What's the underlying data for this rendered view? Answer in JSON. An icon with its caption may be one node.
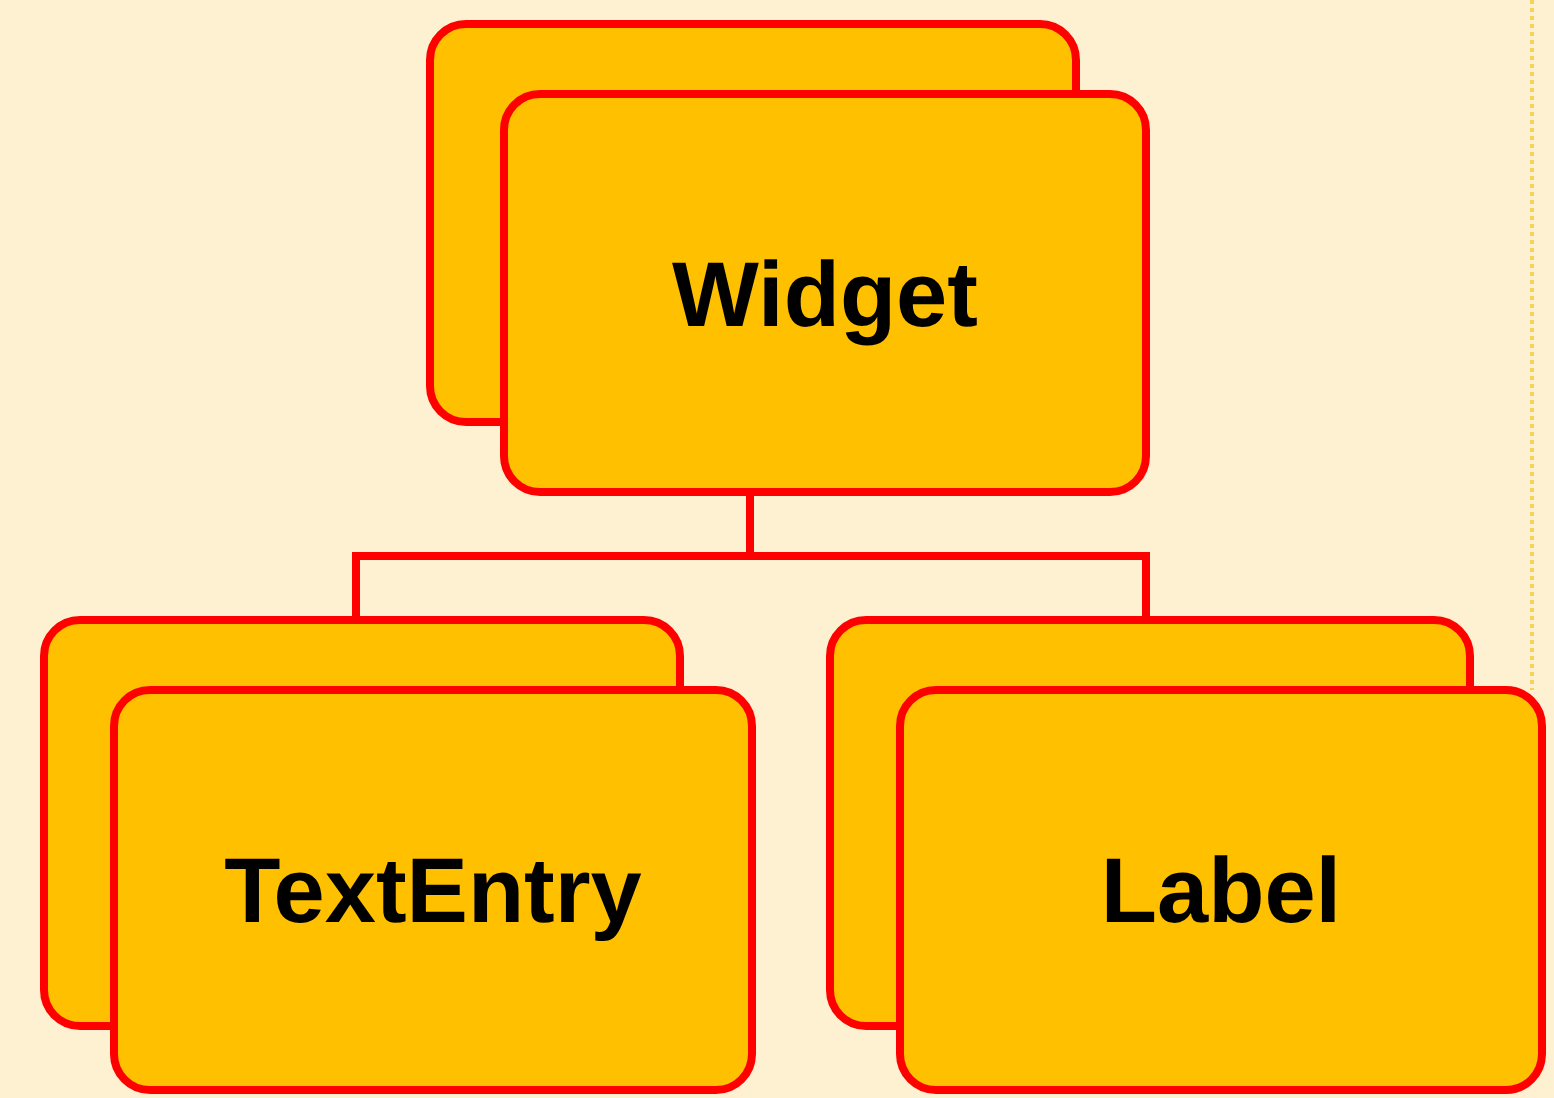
{
  "diagram": {
    "nodes": [
      {
        "text": [
          "Widget"
        ]
      },
      {
        "text": [
          "TextEntry"
        ]
      },
      {
        "text": [
          "Label"
        ]
      }
    ],
    "edges": [
      {
        "from": 0,
        "to": 1,
        "arrow": "none"
      },
      {
        "from": 0,
        "to": 2,
        "arrow": "none"
      }
    ]
  }
}
